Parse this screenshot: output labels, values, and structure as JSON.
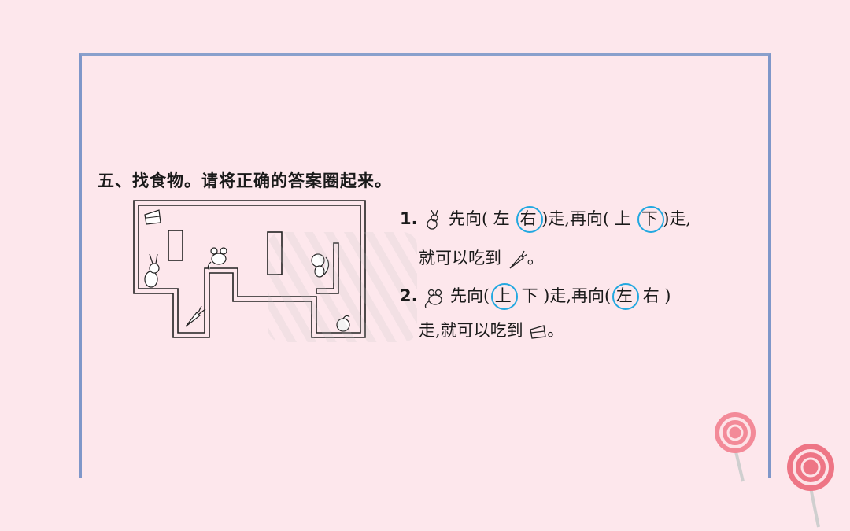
{
  "title": "五、找食物。请将正确的答案圈起来。",
  "q1": {
    "num": "1.",
    "p1": "先向(",
    "opt_left": "左",
    "opt_right": "右",
    "p2": ")走,再向(",
    "opt_up": "上",
    "opt_down": "下",
    "p3": ")走,",
    "line2_text": "就可以吃到",
    "end": "。",
    "selected": [
      "右",
      "下"
    ]
  },
  "q2": {
    "num": "2.",
    "p1": "先向(",
    "opt_up": "上",
    "opt_down": "下",
    "p2": ")走,再向(",
    "opt_left": "左",
    "opt_right": "右",
    "p3": ")",
    "line2_text": "走,就可以吃到",
    "end": "。",
    "selected": [
      "上",
      "左"
    ]
  },
  "colors": {
    "background": "#fde7ec",
    "frame": "#7f97c9",
    "answer_circle": "#22a8e0",
    "lollipop": "#f06a7c"
  },
  "icons": [
    "rabbit-icon",
    "mouse-icon",
    "carrot-icon",
    "cake-icon",
    "squirrel-icon",
    "peach-icon",
    "lollipop-icon"
  ]
}
